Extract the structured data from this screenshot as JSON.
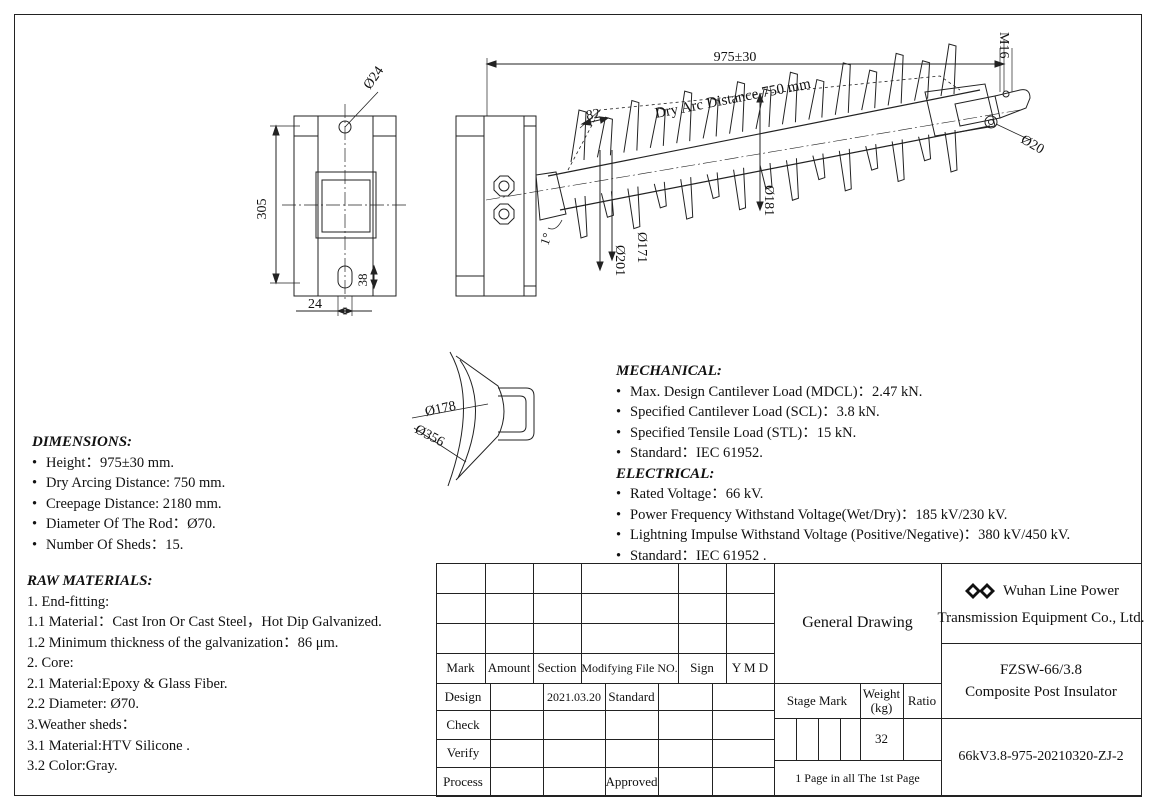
{
  "drawing": {
    "dim_overall": "975±30",
    "dim_m16": "M16",
    "dim_d20": "Ø20",
    "dim_dry_arc": "Dry Arc Distance 750 mm",
    "dim_82": "82",
    "dim_d181": "Ø181",
    "dim_d171": "Ø171",
    "dim_d201": "Ø201",
    "dim_angle": "1°",
    "dim_d24": "Ø24",
    "dim_305": "305",
    "dim_38": "38",
    "dim_24": "24",
    "dim_d178": "Ø178",
    "dim_d356": "Ø356"
  },
  "dimensions": {
    "title": "DIMENSIONS:",
    "items": [
      "Height：975±30 mm.",
      "Dry Arcing Distance: 750 mm.",
      "Creepage Distance: 2180 mm.",
      "Diameter Of  The Rod：Ø70.",
      "Number Of Sheds：15."
    ]
  },
  "raw_materials": {
    "title": "RAW MATERIALS:",
    "lines": [
      "1. End-fitting:",
      "1.1 Material：Cast Iron Or Cast Steel，Hot Dip Galvanized.",
      "1.2 Minimum thickness of the galvanization：86 μm.",
      "2. Core:",
      "2.1 Material:Epoxy & Glass Fiber.",
      "2.2 Diameter: Ø70.",
      "3.Weather sheds：",
      "3.1 Material:HTV Silicone .",
      "3.2 Color:Gray."
    ]
  },
  "mechanical": {
    "title": "MECHANICAL:",
    "items": [
      "Max. Design Cantilever Load (MDCL)：2.47 kN.",
      "Specified Cantilever Load (SCL)：3.8 kN.",
      "Specified Tensile Load (STL)：15 kN.",
      "Standard：IEC 61952."
    ]
  },
  "electrical": {
    "title": "ELECTRICAL:",
    "items": [
      "Rated Voltage：66 kV.",
      "Power Frequency Withstand Voltage(Wet/Dry)：185 kV/230 kV.",
      "Lightning Impulse Withstand Voltage (Positive/Negative)：380 kV/450 kV.",
      "Standard：IEC 61952 ."
    ]
  },
  "title_block": {
    "headers": [
      "Mark",
      "Amount",
      "Section",
      "Modifying File NO.",
      "Sign",
      "Y M D"
    ],
    "design_label": "Design",
    "design_date": "2021.03.20",
    "standard_label": "Standard",
    "check_label": "Check",
    "verify_label": "Verify",
    "process_label": "Process",
    "approved_label": "Approved",
    "drawing_type": "General Drawing",
    "stage_mark_label": "Stage Mark",
    "weight_label": "Weight (kg)",
    "ratio_label": "Ratio",
    "weight_value": "32",
    "page_info": "1 Page in all The 1st Page",
    "company_line1": "Wuhan Line Power",
    "company_line2": "Transmission Equipment Co., Ltd.",
    "model": "FZSW-66/3.8",
    "product_name": "Composite Post Insulator",
    "drawing_number": "66kV3.8-975-20210320-ZJ-2"
  }
}
